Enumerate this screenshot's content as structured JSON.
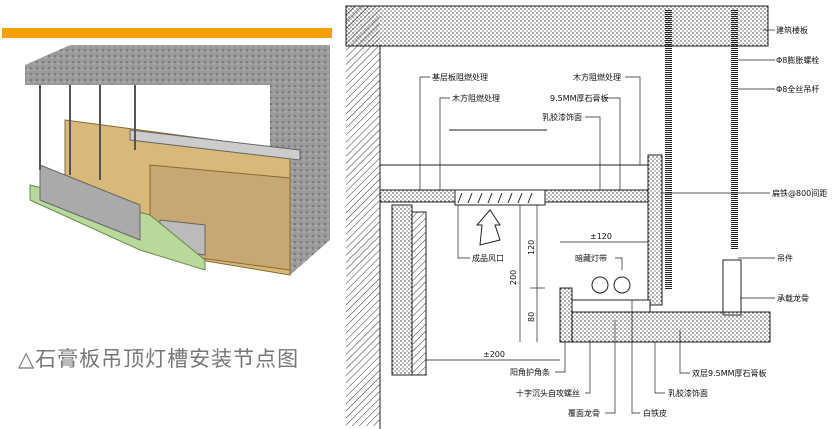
{
  "caption": "△石膏板吊顶灯槽安装节点图",
  "colors": {
    "accent": "#f5a000",
    "wood": "#d9b97a",
    "concrete": "#8a8a8a"
  },
  "labels": {
    "slab": "建筑楼板",
    "bolt": "Φ8膨胀螺栓",
    "rod": "Φ8全丝吊杆",
    "base_board": "基层板阻燃处理",
    "wood_fire_1": "木方阻燃处理",
    "wood_fire_2": "木方阻燃处理",
    "gypsum": "9.5MM厚石膏板",
    "latex_top": "乳胶漆饰面",
    "flat_iron": "扁铁@800间距",
    "vent": "成品风口",
    "hidden_light": "暗藏灯带",
    "hanger": "吊件",
    "main_keel": "承载龙骨",
    "corner_bead": "阳角护角条",
    "screw": "十字沉头自攻螺丝",
    "cover_keel": "覆面龙骨",
    "tin": "白铁皮",
    "latex_bottom": "乳胶漆饰面",
    "double_gypsum": "双层9.5MM厚石膏板"
  },
  "dimensions": {
    "d120": "±120",
    "d200": "±200",
    "v200": "200",
    "v120": "120",
    "v80": "80"
  }
}
